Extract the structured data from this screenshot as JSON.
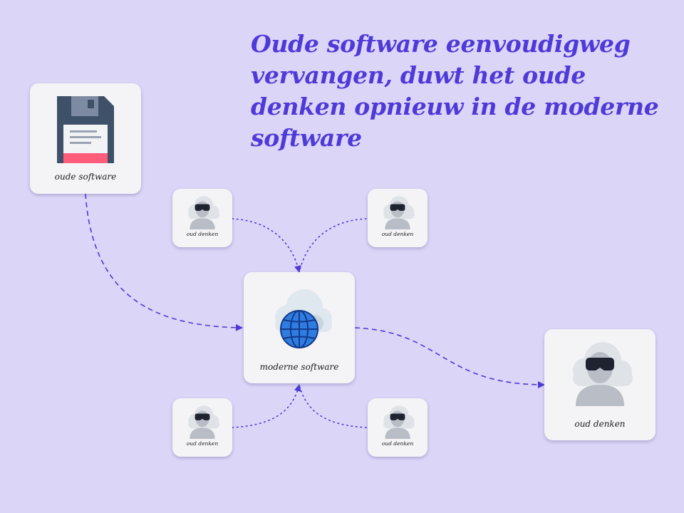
{
  "headline": "Oude software eenvoudigweg vervangen, duwt het oude denken opnieuw in de moderne software",
  "nodes": {
    "old_software": {
      "label": "oude software",
      "icon": "floppy-disk-icon"
    },
    "modern_software": {
      "label": "moderne software",
      "icon": "cloud-globe-icon"
    },
    "old_thinking_main": {
      "label": "oud denken",
      "icon": "person-cloud-icon"
    },
    "old_thinking_1": {
      "label": "oud denken",
      "icon": "person-cloud-icon"
    },
    "old_thinking_2": {
      "label": "oud denken",
      "icon": "person-cloud-icon"
    },
    "old_thinking_3": {
      "label": "oud denken",
      "icon": "person-cloud-icon"
    },
    "old_thinking_4": {
      "label": "oud denken",
      "icon": "person-cloud-icon"
    }
  },
  "edges": [
    {
      "from": "old_software",
      "to": "modern_software",
      "style": "dashed"
    },
    {
      "from": "modern_software",
      "to": "old_thinking_main",
      "style": "dashed"
    },
    {
      "from": "old_thinking_1",
      "to": "modern_software",
      "style": "dotted"
    },
    {
      "from": "old_thinking_2",
      "to": "modern_software",
      "style": "dotted"
    },
    {
      "from": "old_thinking_3",
      "to": "modern_software",
      "style": "dotted"
    },
    {
      "from": "old_thinking_4",
      "to": "modern_software",
      "style": "dotted"
    }
  ],
  "colors": {
    "background": "#dbd5f7",
    "accent": "#4e3ad8",
    "card": "#f4f4f6",
    "floppy_body": "#3e5168",
    "floppy_label_stripe": "#ff5c7a",
    "globe": "#2f7de1",
    "cloud": "#dfe7ef",
    "person": "#b8bdc6",
    "visor": "#1f2330"
  }
}
